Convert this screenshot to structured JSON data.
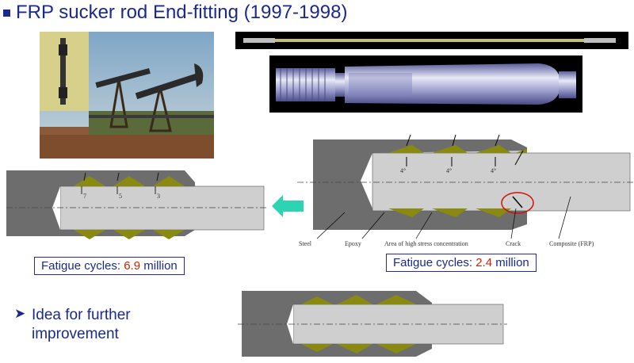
{
  "title": "FRP sucker rod End-fitting (1997-1998)",
  "left_caption": {
    "prefix": "Fatigue cycles: ",
    "value": "6.9",
    "suffix": " million"
  },
  "right_caption": {
    "prefix": "Fatigue cycles: ",
    "value": "2.4",
    "suffix": " million"
  },
  "idea": {
    "line1": "Idea for further",
    "line2": "improvement"
  },
  "left_diagram": {
    "labels": [
      "7",
      "5",
      "3"
    ]
  },
  "right_diagram": {
    "angles": [
      "4°",
      "4°",
      "4°"
    ],
    "callouts": [
      "Steel",
      "Epoxy",
      "Area of high stress concentration",
      "Crack",
      "Composite (FRP)"
    ]
  },
  "colors": {
    "title": "#1a2a8c",
    "highlight": "#cc2200",
    "steel": "#6d6d6d",
    "epoxy": "#8a8a10",
    "arrow": "#2dd4b4"
  }
}
